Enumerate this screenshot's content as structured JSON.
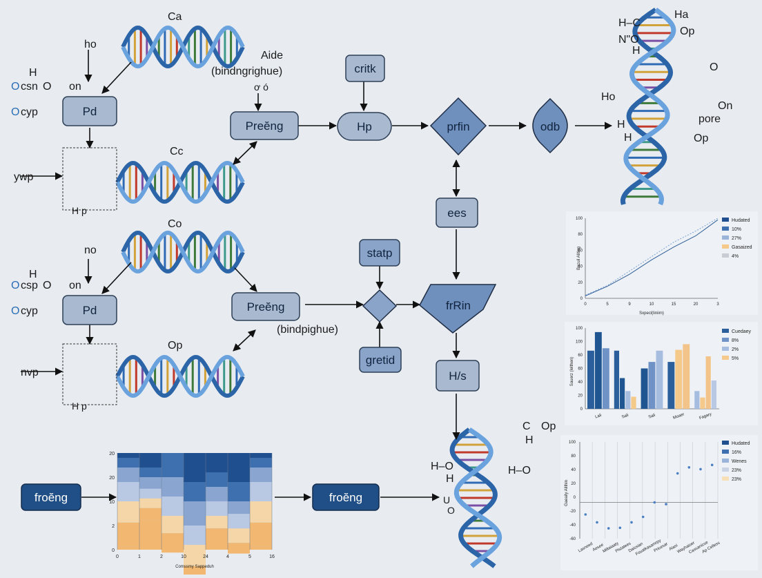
{
  "diagram": {
    "nodes": {
      "pd_top": "Pd",
      "pd_bottom": "Pd",
      "preeng_top": "Preĕng",
      "preeng_bottom": "Preĕng",
      "hp": "Hp",
      "critk": "critk",
      "prfin": "prfin",
      "odb": "odb",
      "ees": "ees",
      "statp": "statp",
      "gretid": "gretid",
      "frrin": "frRin",
      "hs": "H/s",
      "froeng_left": "froĕng",
      "froeng_right": "froĕng"
    },
    "labels": {
      "ho": "ho",
      "no": "no",
      "ca_top": "Ca",
      "cc": "Cc",
      "co_mid": "Co",
      "op_mid": "Op",
      "aide": "Aide",
      "bind_top": "(bindngrighue)",
      "bind_bottom": "(bindpighue)",
      "oo": "ơ ó",
      "h1": "H",
      "h2": "H",
      "ocsn_o": "O",
      "ocsn_t": "csn",
      "ocsn_o2": "O",
      "ocsn_on": "on",
      "ocyp1_o": "O",
      "ocyp1_t": "cyp",
      "ocsp_o": "O",
      "ocsp_t": "csp",
      "ocsp_o2": "O",
      "ocsp_on": "on",
      "ocyp2_o": "O",
      "ocyp2_t": "cyp",
      "ywp": "ywp",
      "nvp": "nvp",
      "hp_top": "H    p",
      "hp_bottom": "H    p",
      "mol_hc": "H–C",
      "mol_ha": "Ha",
      "mol_op": "Op",
      "mol_no": "N\"O",
      "mol_h": "H",
      "mol_o": "O",
      "mol_ho": "Ho",
      "mol_on": "On",
      "mol_pore": "pore",
      "mol_h2": "H",
      "mol_op2": "Op",
      "mol_h3": "H",
      "bm_c": "C",
      "bm_op": "Op",
      "bm_h": "H",
      "bm_ho_l": "H–O",
      "bm_h2": "H",
      "bm_ho_r": "H–O",
      "bm_u": "U",
      "bm_o": "O"
    },
    "colors": {
      "background": "#e8ecf1",
      "node_light": "#a9b9cf",
      "node_mid": "#6f8fbd",
      "node_dark": "#1f4f86",
      "helix_blue": "#3f7fc4"
    }
  },
  "chart_data": [
    {
      "type": "line",
      "xlabel": "Sxpecl(liniim)",
      "ylabel": "Bacuil Aliting",
      "x_ticks": [
        "0",
        "5",
        "9",
        "10",
        "15",
        "20",
        "3"
      ],
      "y_ticks": [
        "100",
        "80",
        "60",
        "40",
        "20",
        "0"
      ],
      "ylim": [
        0,
        100
      ],
      "legend": [
        "Hudated",
        "10%",
        "27%",
        "Gasaized",
        "4%"
      ],
      "legend_position": "right",
      "series": [
        {
          "values": [
            [
              0,
              3
            ],
            [
              1,
              15
            ],
            [
              2,
              30
            ],
            [
              3,
              48
            ],
            [
              4,
              64
            ],
            [
              5,
              78
            ],
            [
              6,
              98
            ]
          ]
        },
        {
          "values": [
            [
              0,
              4
            ],
            [
              1,
              16
            ],
            [
              2,
              34
            ],
            [
              3,
              52
            ],
            [
              4,
              70
            ],
            [
              5,
              84
            ],
            [
              6,
              100
            ]
          ]
        }
      ]
    },
    {
      "type": "bar",
      "ylabel": "Sauerz (lelthen)",
      "y_ticks": [
        "100",
        "100",
        "60",
        "60",
        "40",
        "20",
        "0"
      ],
      "categories": [
        "Lali",
        "Sali",
        "Sali",
        "Moaer",
        "Fagary"
      ],
      "legend": [
        "Cuedaey",
        "8%",
        "2%",
        "5%"
      ],
      "legend_position": "right",
      "series": [
        {
          "values": [
            72,
            72,
            0,
            58,
            0
          ]
        },
        {
          "values": [
            95,
            38,
            50,
            0,
            0
          ]
        },
        {
          "values": [
            75,
            0,
            58,
            0,
            0
          ]
        },
        {
          "values": [
            0,
            22,
            72,
            0,
            22
          ]
        },
        {
          "values": [
            0,
            15,
            0,
            73,
            14
          ]
        },
        {
          "values": [
            0,
            0,
            0,
            80,
            65
          ]
        },
        {
          "values": [
            0,
            0,
            0,
            0,
            35
          ]
        }
      ]
    },
    {
      "type": "scatter",
      "ylabel": "Gaeaily Alithin",
      "y_ticks": [
        "100",
        "80",
        "40",
        "20",
        "0",
        "-20",
        "-40",
        "-60"
      ],
      "categories": [
        "Lasneed",
        "Aesee",
        "Miltaiaaty",
        "Pistatees",
        "Daissian",
        "Fouatkasamrpy",
        "Pricesar",
        "Aiasi",
        "Wayhaiser",
        "Cassanicse",
        "Ap Celless"
      ],
      "legend": [
        "Hudated",
        "16%",
        "Wenes",
        "23%",
        "23%"
      ],
      "legend_position": "right",
      "ylim": [
        -60,
        100
      ],
      "points": [
        {
          "x": 0,
          "y": -20
        },
        {
          "x": 1,
          "y": -33
        },
        {
          "x": 2,
          "y": -43
        },
        {
          "x": 3,
          "y": -42
        },
        {
          "x": 4,
          "y": -33
        },
        {
          "x": 5,
          "y": -24
        },
        {
          "x": 6,
          "y": 0
        },
        {
          "x": 7,
          "y": -3
        },
        {
          "x": 8,
          "y": 48
        },
        {
          "x": 9,
          "y": 58
        },
        {
          "x": 10,
          "y": 55
        },
        {
          "x": 11,
          "y": 62
        }
      ]
    },
    {
      "type": "area",
      "xlabel": "Comssmy Sappeduh",
      "x_ticks": [
        "0",
        "1",
        "2",
        "10",
        "24",
        "4",
        "5",
        "16"
      ],
      "y_ticks": [
        "20",
        "20",
        "10",
        "2",
        "0"
      ],
      "colors": [
        "#1f4f8e",
        "#3e6fae",
        "#8aa6d0",
        "#b9c9e4",
        "#f4d6a8",
        "#f2b770"
      ]
    }
  ]
}
